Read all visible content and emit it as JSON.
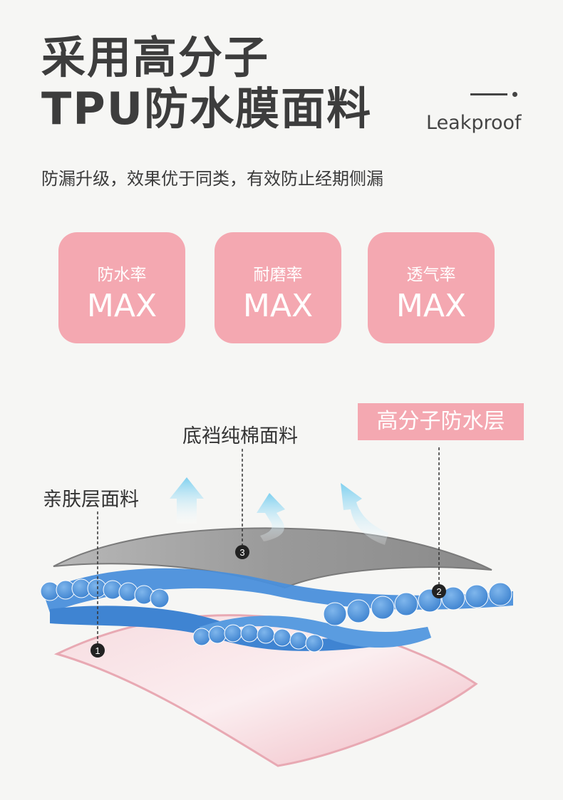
{
  "header": {
    "title_line1": "采用高分子",
    "title_line2": "TPU防水膜面料",
    "tag": "Leakproof",
    "subtitle": "防漏升级，效果优于同类，有效防止经期侧漏"
  },
  "features": [
    {
      "label": "防水率",
      "value": "MAX"
    },
    {
      "label": "耐磨率",
      "value": "MAX"
    },
    {
      "label": "透气率",
      "value": "MAX"
    }
  ],
  "layers": {
    "inner_fabric": "底裆纯棉面料",
    "skin_fabric": "亲肤层面料",
    "waterproof": "高分子防水层",
    "marker1": "1",
    "marker2": "2",
    "marker3": "3"
  },
  "colors": {
    "accent_pink": "#f4a8b1",
    "fiber_blue": "#4a90d9",
    "gray_layer": "#8c8c8c",
    "title_text": "#3d3d3d"
  }
}
